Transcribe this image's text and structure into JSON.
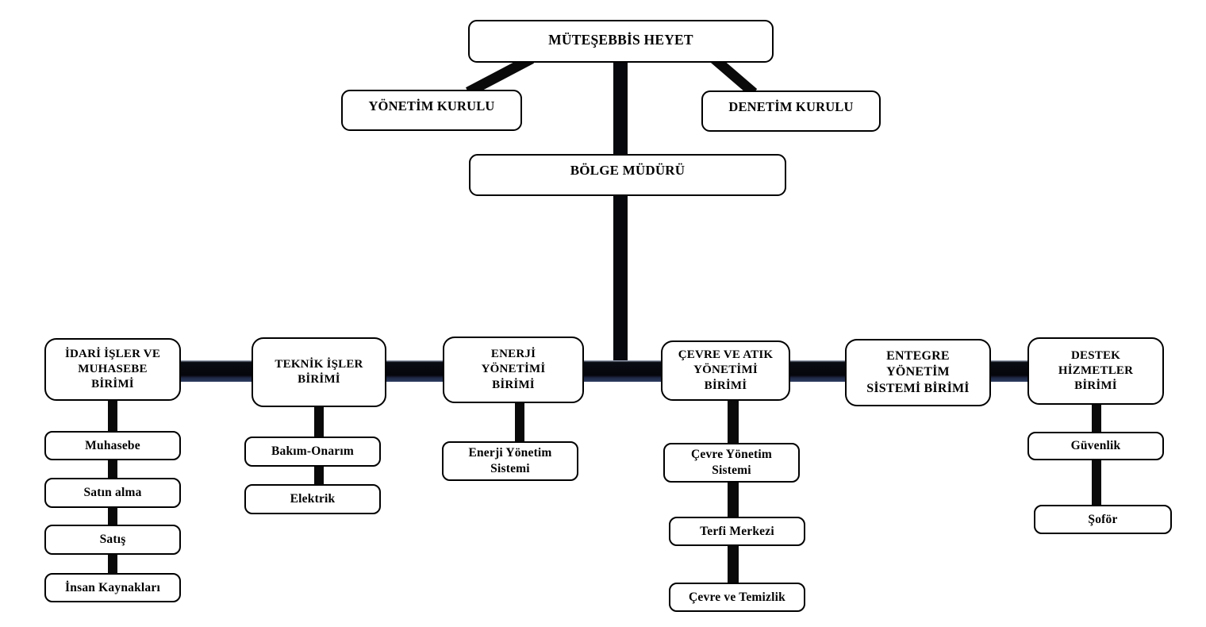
{
  "chart_title": "",
  "colors": {
    "box_background": "#ffffff",
    "box_border": "#000000",
    "text": "#000000",
    "connector": "#0a0a0a",
    "bus_edge_top": "#b6c0d6",
    "bus_core": "#05060b",
    "bus_edge_bottom": "#2e3c60"
  },
  "nodes": {
    "root": "MÜTEŞEBBİS HEYET",
    "yonetim_kurulu": "YÖNETİM KURULU",
    "denetim_kurulu": "DENETİM KURULU",
    "bolge_muduru": "BÖLGE MÜDÜRÜ",
    "units": [
      {
        "label": "İDARİ İŞLER VE\nMUHASEBE\nBİRİMİ",
        "children": [
          "Muhasebe",
          "Satın alma",
          "Satış",
          "İnsan Kaynakları"
        ]
      },
      {
        "label": "TEKNİK İŞLER\nBİRİMİ",
        "children": [
          "Bakım-Onarım",
          "Elektrik"
        ]
      },
      {
        "label": "ENERJİ\nYÖNETİMİ\nBİRİMİ",
        "children": [
          "Enerji Yönetim\nSistemi"
        ]
      },
      {
        "label": "ÇEVRE VE ATIK\nYÖNETİMİ\nBİRİMİ",
        "children": [
          "Çevre Yönetim\nSistemi",
          "Terfi Merkezi",
          "Çevre ve Temizlik"
        ]
      },
      {
        "label": "ENTEGRE\nYÖNETİM\nSİSTEMİ BİRİMİ",
        "children": []
      },
      {
        "label": "DESTEK\nHİZMETLER\nBİRİMİ",
        "children": [
          "Güvenlik",
          "Şoför"
        ]
      }
    ]
  }
}
